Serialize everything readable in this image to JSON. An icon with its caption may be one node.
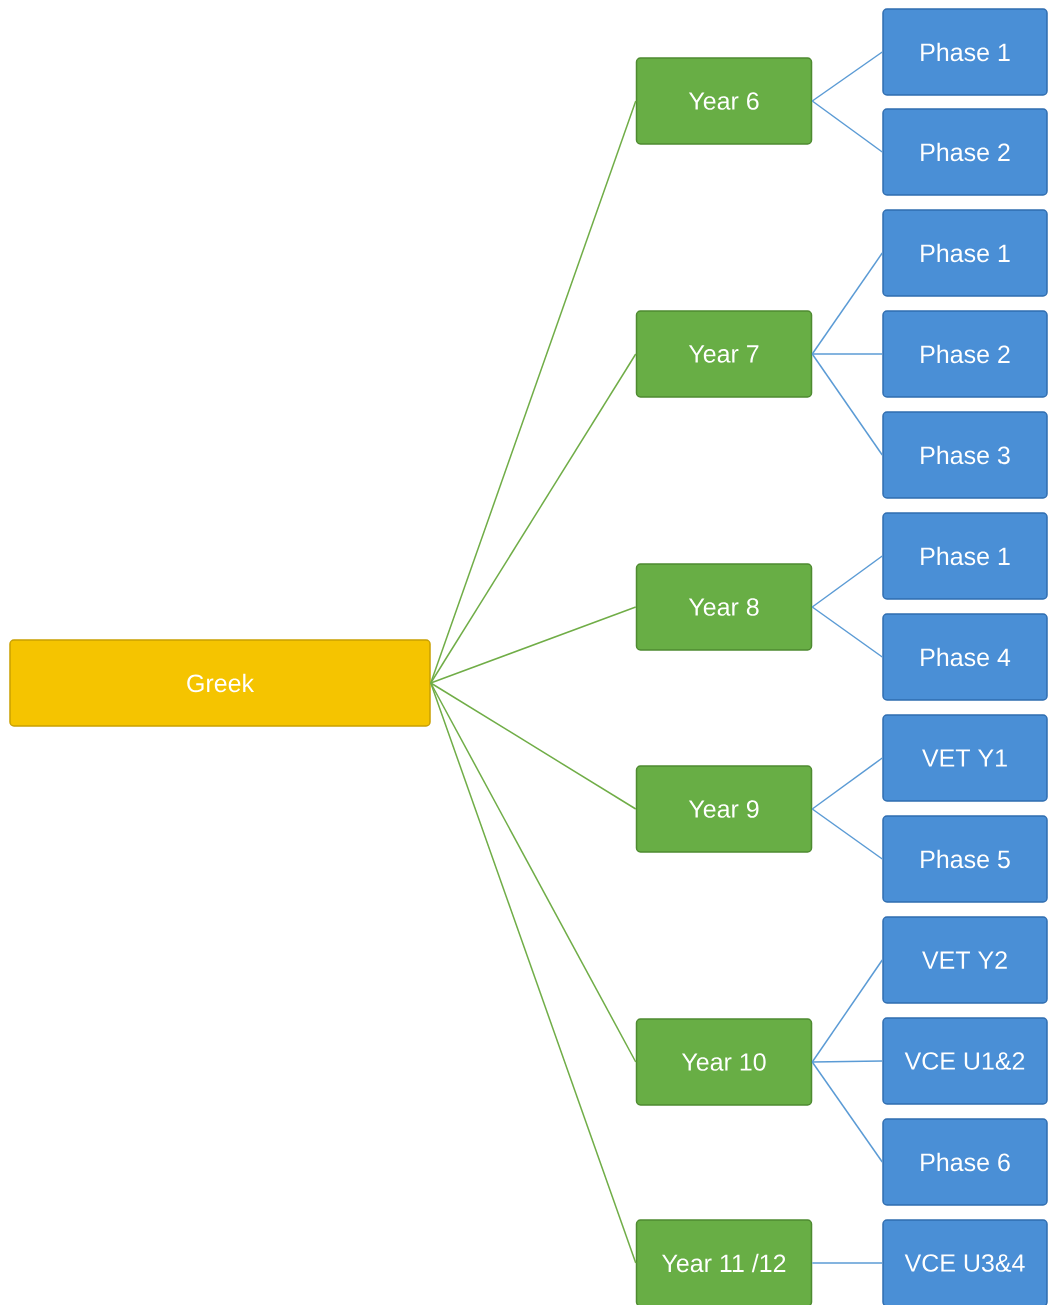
{
  "diagram": {
    "nodes": [
      {
        "text": [
          "Greek"
        ]
      },
      {
        "text": [
          "Year 6"
        ]
      },
      {
        "text": [
          "Year 7"
        ]
      },
      {
        "text": [
          "Year 8"
        ]
      },
      {
        "text": [
          "Year 9"
        ]
      },
      {
        "text": [
          "Year 10"
        ]
      },
      {
        "text": [
          "Year 11 /12"
        ]
      },
      {
        "text": [
          "Phase 1"
        ]
      },
      {
        "text": [
          "Phase 2"
        ]
      },
      {
        "text": [
          "Phase 1"
        ]
      },
      {
        "text": [
          "Phase 2"
        ]
      },
      {
        "text": [
          "Phase 3"
        ]
      },
      {
        "text": [
          "Phase 1"
        ]
      },
      {
        "text": [
          "Phase 4"
        ]
      },
      {
        "text": [
          "VET Y1"
        ]
      },
      {
        "text": [
          "Phase 5"
        ]
      },
      {
        "text": [
          "VET Y2"
        ]
      },
      {
        "text": [
          "VCE U1&2"
        ]
      },
      {
        "text": [
          "Phase 6"
        ]
      },
      {
        "text": [
          "VCE U3&4"
        ]
      }
    ],
    "edges": [
      {
        "from": 0,
        "to": 1,
        "arrow": "none",
        "color": "#70ad47"
      },
      {
        "from": 0,
        "to": 2,
        "arrow": "none",
        "color": "#70ad47"
      },
      {
        "from": 0,
        "to": 3,
        "arrow": "none",
        "color": "#70ad47"
      },
      {
        "from": 0,
        "to": 4,
        "arrow": "none",
        "color": "#70ad47"
      },
      {
        "from": 0,
        "to": 5,
        "arrow": "none",
        "color": "#70ad47"
      },
      {
        "from": 0,
        "to": 6,
        "arrow": "none",
        "color": "#70ad47"
      },
      {
        "from": 1,
        "to": 7,
        "arrow": "none"
      },
      {
        "from": 1,
        "to": 8,
        "arrow": "none"
      },
      {
        "from": 2,
        "to": 9,
        "arrow": "none"
      },
      {
        "from": 2,
        "to": 10,
        "arrow": "none"
      },
      {
        "from": 2,
        "to": 11,
        "arrow": "none"
      },
      {
        "from": 3,
        "to": 12,
        "arrow": "none"
      },
      {
        "from": 3,
        "to": 13,
        "arrow": "none"
      },
      {
        "from": 4,
        "to": 14,
        "arrow": "none"
      },
      {
        "from": 4,
        "to": 15,
        "arrow": "none"
      },
      {
        "from": 5,
        "to": 16,
        "arrow": "none"
      },
      {
        "from": 5,
        "to": 17,
        "arrow": "none"
      },
      {
        "from": 5,
        "to": 18,
        "arrow": "none"
      },
      {
        "from": 6,
        "to": 19,
        "arrow": "none"
      }
    ]
  }
}
